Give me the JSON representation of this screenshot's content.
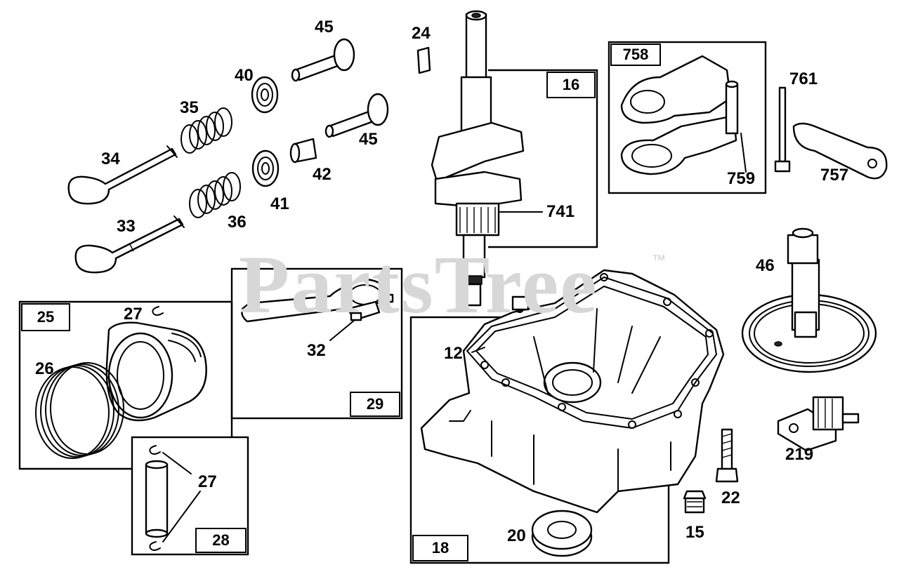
{
  "watermark": {
    "text": "PartsTree",
    "trademark": "™"
  },
  "callouts": {
    "p45a": "45",
    "p24": "24",
    "p16": "16",
    "p758": "758",
    "p761": "761",
    "p40": "40",
    "p35": "35",
    "p45b": "45",
    "p34": "34",
    "p42": "42",
    "p41": "41",
    "p33": "33",
    "p36": "36",
    "p741": "741",
    "p759": "759",
    "p757": "757",
    "p46": "46",
    "p25": "25",
    "p27a": "27",
    "p26": "26",
    "p32": "32",
    "p29": "29",
    "p12": "12",
    "p28": "28",
    "p27b": "27",
    "p18": "18",
    "p20": "20",
    "p15": "15",
    "p22": "22",
    "p219": "219"
  }
}
